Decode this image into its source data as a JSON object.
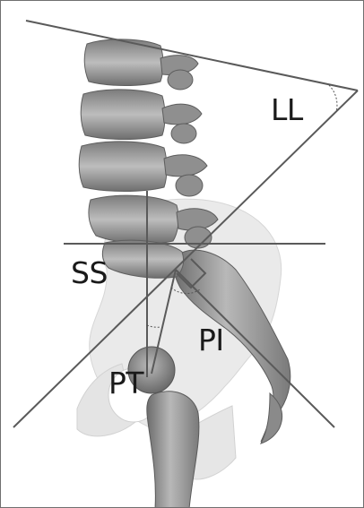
{
  "labels": {
    "ll": "LL",
    "ss": "SS",
    "pi": "PI",
    "pt": "PT"
  },
  "colors": {
    "line": "#5a5a5a",
    "bone_dark": "#6e6e6e",
    "bone_light": "#cfcfcf",
    "pelvis_ghost": "#e9e9e9",
    "background": "#ffffff"
  }
}
